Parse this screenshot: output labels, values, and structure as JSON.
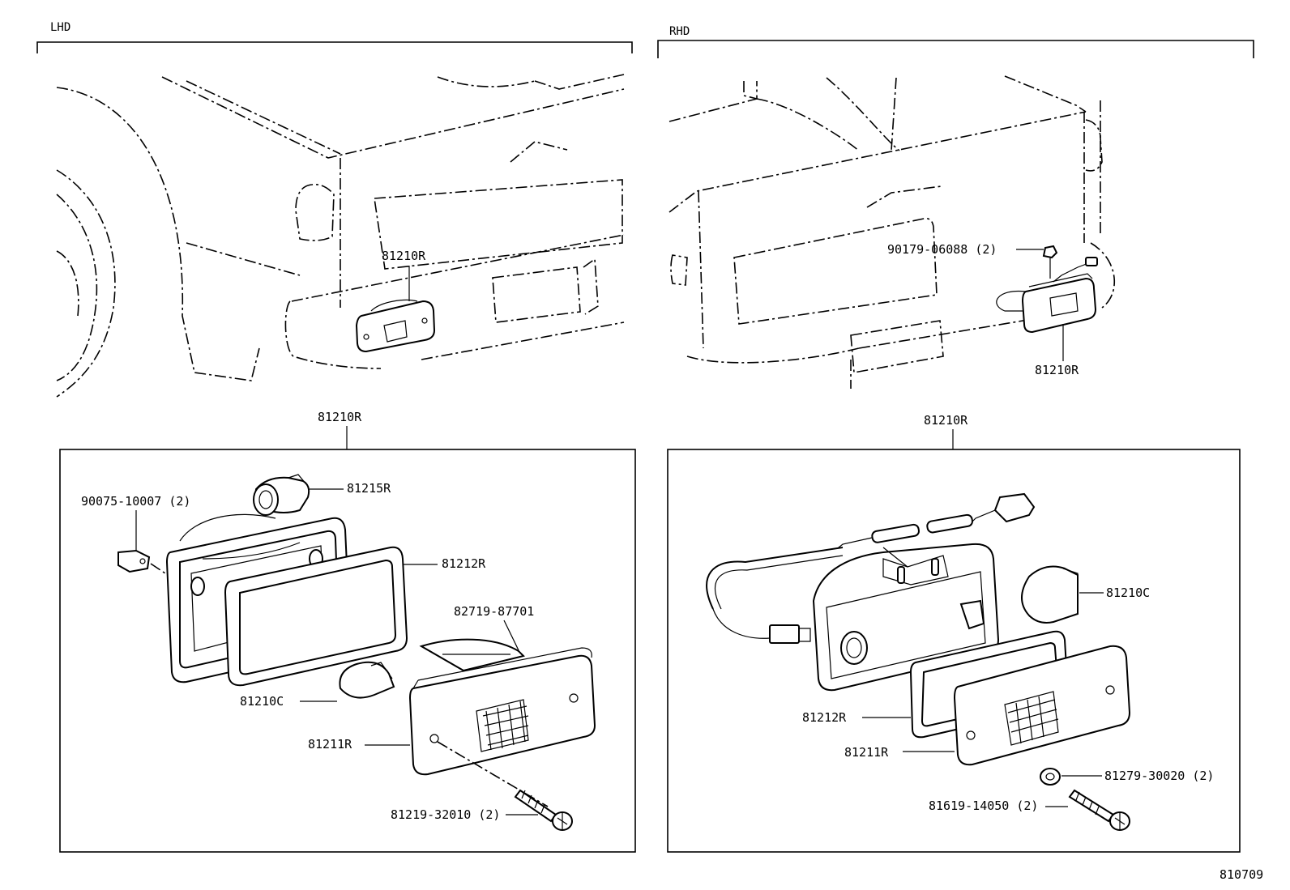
{
  "headers": {
    "left": "LHD",
    "right": "RHD"
  },
  "diagram_code": "810709",
  "left": {
    "callout_vehicle": "81210R",
    "callout_assembly": "81210R",
    "parts": {
      "socket": "81215R",
      "clip": "90075-10007 (2)",
      "gasket": "81212R",
      "reflector": "82719-87701",
      "bulb": "81210C",
      "lens": "81211R",
      "screw": "81219-32010 (2)"
    }
  },
  "right": {
    "callout_nut": "90179-06088 (2)",
    "callout_vehicle": "81210R",
    "callout_assembly": "81210R",
    "parts": {
      "bulb": "81210C",
      "gasket": "81212R",
      "lens": "81211R",
      "washer": "81279-30020 (2)",
      "screw": "81619-14050 (2)"
    }
  }
}
